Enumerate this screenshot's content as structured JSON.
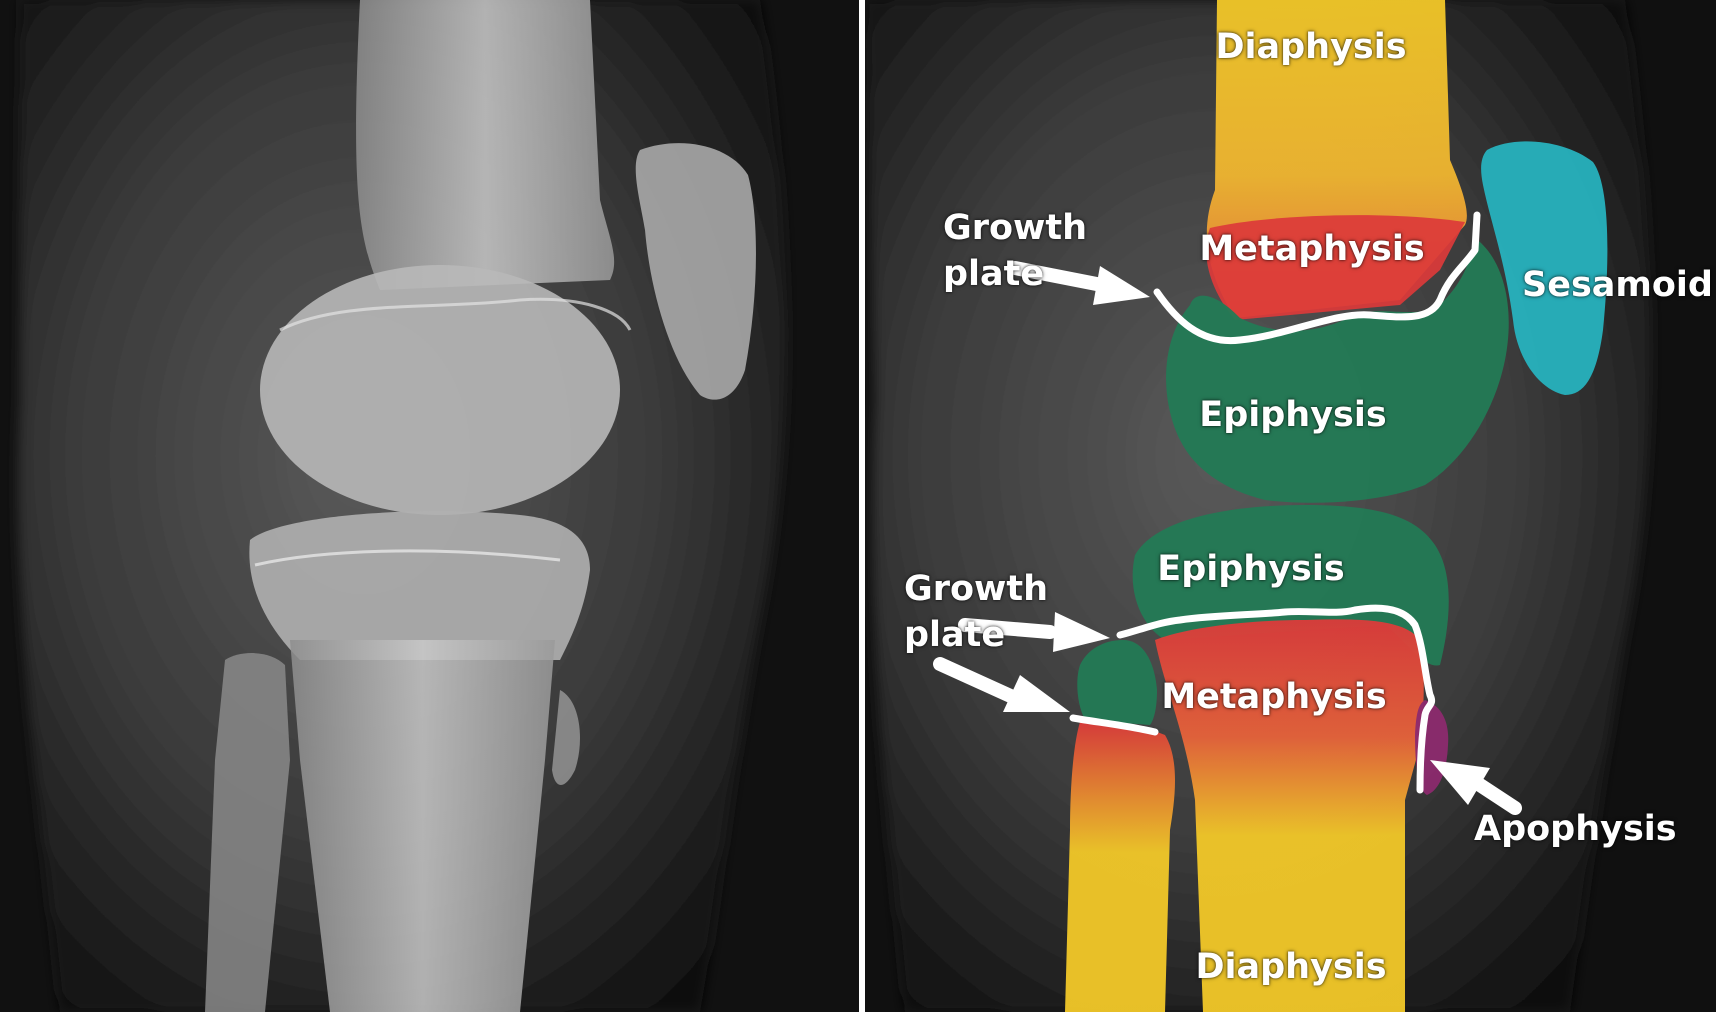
{
  "panels": {
    "left": {
      "kind": "plain knee radiograph (lateral view)"
    },
    "right": {
      "kind": "annotated knee radiograph (lateral view)"
    }
  },
  "labels": {
    "femur_diaphysis": "Diaphysis",
    "femur_metaphysis": "Metaphysis",
    "femur_epiphysis": "Epiphysis",
    "femur_growth_plate": "Growth\nplate",
    "sesamoid": "Sesamoid",
    "tibia_epiphysis": "Epiphysis",
    "tibia_growth_plate": "Growth\nplate",
    "tibia_metaphysis": "Metaphysis",
    "apophysis": "Apophysis",
    "tibia_diaphysis": "Diaphysis"
  },
  "colors": {
    "diaphysis": "#f2c828",
    "metaphysis": "#dc3a3a",
    "epiphysis": "#237a55",
    "sesamoid": "#27b2be",
    "apophysis": "#8c2a6e",
    "growth_plate": "#ffffff",
    "background": "#0d0d0d"
  }
}
